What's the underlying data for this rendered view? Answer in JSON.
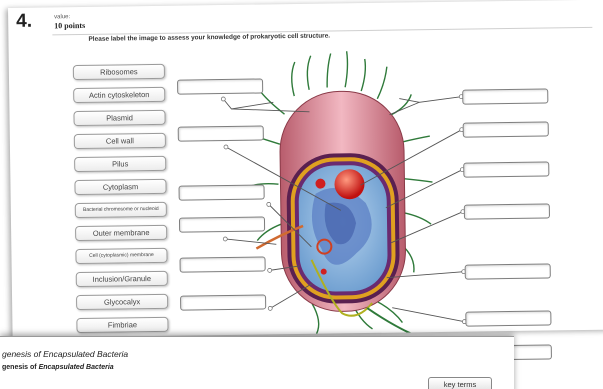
{
  "question": {
    "number": "4.",
    "value_label": "value:",
    "points": "10 points",
    "instruction": "Please label the image to assess your knowledge of prokaryotic cell structure."
  },
  "terms": [
    "Ribosomes",
    "Actin cytoskeleton",
    "Plasmid",
    "Cell wall",
    "Pilus",
    "Cytoplasm",
    "Bacterial chromosome or nucleoid",
    "Outer membrane",
    "Cell (cytoplasmic) membrane",
    "Inclusion/Granule",
    "Glycocalyx",
    "Fimbriae"
  ],
  "drop_slots": {
    "left_count": 6,
    "right_count": 7
  },
  "bottom_panel": {
    "title_line": "genesis of Encapsulated Bacteria",
    "subtitle_prefix": "genesis of ",
    "subtitle_italic": "Encapsulated Bacteria",
    "key_terms_button": "key terms"
  }
}
